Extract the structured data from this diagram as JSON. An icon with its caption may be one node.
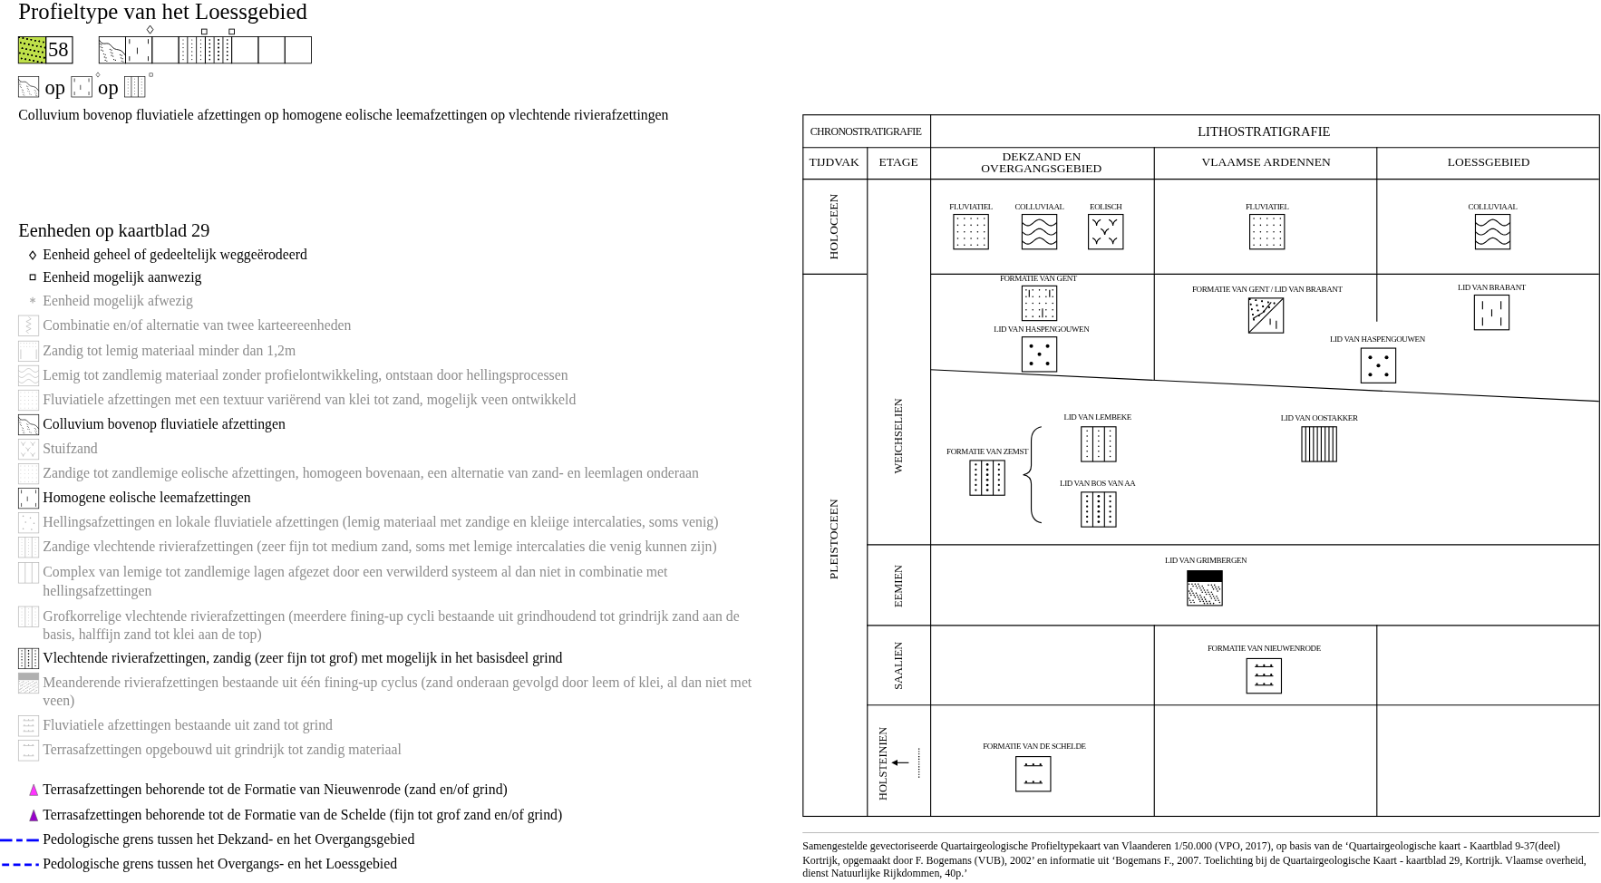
{
  "diagram": {
    "title": "Profieltype van het Loessgebied",
    "caption": "Samengestelde gevectoriseerde Quartairgeologische Profieltypekaart van Vlaanderen 1/50.000 (VPO, 2017), op basis van de ‘Quartairgeologische kaart - Kaartblad 9-37(deel) Kortrijk, opgemaakt door F. Bogemans (VUB), 2002’ en informatie uit ‘Bogemans F., 2007. Toelichting bij de Quartairgeologische Kaart - kaartblad 29, Kortrijk. Vlaamse overheid, dienst Natuurlijke Rijkdommen, 40p.’",
    "labels": [
      "58",
      "op",
      "op",
      "Colluvium bovenop fluviatiele afzettingen op homogene eolische leemafzettingen op vlechtende rivierafzettingen",
      "Eenheden op kaartblad 29",
      "CHRONOSTRATIGRAFIE",
      "LITHOSTRATIGRAFIE",
      "TIJDVAK",
      "ETAGE",
      "DEKZAND EN OVERGANGSGEBIED",
      "VLAAMSE ARDENNEN",
      "LOESSGEBIED",
      "HOLOCEEN",
      "FLUVIATIEL",
      "COLLUVIAAL",
      "EOLISCH",
      "FLUVIATIEL",
      "COLLUVIAAL",
      "PLEISTOCEEN",
      "WEICHSELIEN",
      "FORMATIE VAN GENT",
      "FORMATIE VAN GENT / LID VAN BRABANT",
      "LID VAN BRABANT",
      "LID VAN HASPENGOUWEN",
      "LID VAN HASPENGOUWEN",
      "LID VAN LEMBEKE",
      "LID VAN OOSTAKKER",
      "FORMATIE VAN ZEMST",
      "LID VAN BOS VAN AA",
      "EEMIEN",
      "LID VAN GRIMBERGEN",
      "SAALIEN",
      "FORMATIE VAN NIEUWENRODE",
      "HOLSTEINIEN",
      "FORMATIE VAN DE SCHELDE"
    ],
    "legend": [
      {
        "text": "Eenheid geheel of gedeeltelijk weggeërodeerd"
      },
      {
        "text": "Eenheid mogelijk aanwezig"
      },
      {
        "text": "Eenheid mogelijk afwezig"
      },
      {
        "text": "Combinatie en/of alternatie van twee karteereenheden"
      },
      {
        "text": "Zandig tot lemig materiaal minder dan 1,2m"
      },
      {
        "text": "Lemig tot zandlemig materiaal zonder profielontwikkeling, ontstaan door hellingsprocessen"
      },
      {
        "text": "Fluviatiele afzettingen met een textuur variërend van klei tot zand, mogelijk veen ontwikkeld"
      },
      {
        "text": "Colluvium bovenop fluviatiele afzettingen"
      },
      {
        "text": "Stuifzand"
      },
      {
        "text": "Zandige tot zandlemige eolische afzettingen, homogeen bovenaan, een alternatie van zand- en leemlagen onderaan"
      },
      {
        "text": "Homogene eolische leemafzettingen"
      },
      {
        "text": "Hellingsafzettingen en lokale fluviatiele afzettingen (lemig materiaal met zandige en kleiige intercalaties, soms venig)"
      },
      {
        "text": "Zandige vlechtende rivierafzettingen (zeer fijn tot medium zand, soms met lemige intercalaties die venig kunnen zijn)"
      },
      {
        "text": "Complex van lemige tot zandlemige lagen afgezet door een verwilderd systeem al dan niet in combinatie met hellingsafzettingen"
      },
      {
        "text": "Grofkorrelige vlechtende rivierafzettingen (meerdere fining-up cycli bestaande uit grindhoudend tot grindrijk zand aan de basis, halffijn zand tot klei aan de top)"
      },
      {
        "text": "Vlechtende rivierafzettingen, zandig (zeer fijn tot grof) met mogelijk in het basisdeel grind"
      },
      {
        "text": "Meanderende rivierafzettingen bestaande uit één fining-up cyclus (zand onderaan gevolgd door leem of klei, al dan niet met veen)"
      },
      {
        "text": "Fluviatiele afzettingen bestaande uit zand tot grind"
      },
      {
        "text": "Terrasafzettingen opgebouwd uit grindrijk tot zandig materiaal"
      },
      {
        "text": "Terrasafzettingen behorende tot de Formatie van Nieuwenrode (zand en/of grind)",
        "color": "#ff33ff"
      },
      {
        "text": "Terrasafzettingen behorende tot de Formatie van de Schelde (fijn tot grof zand en/of grind)",
        "color": "#9900cc"
      },
      {
        "text": "Pedologische grens tussen het Dekzand- en het Overgangsgebied"
      },
      {
        "text": "Pedologische grens tussen het Overgangs- en het Loessgebied"
      }
    ]
  }
}
